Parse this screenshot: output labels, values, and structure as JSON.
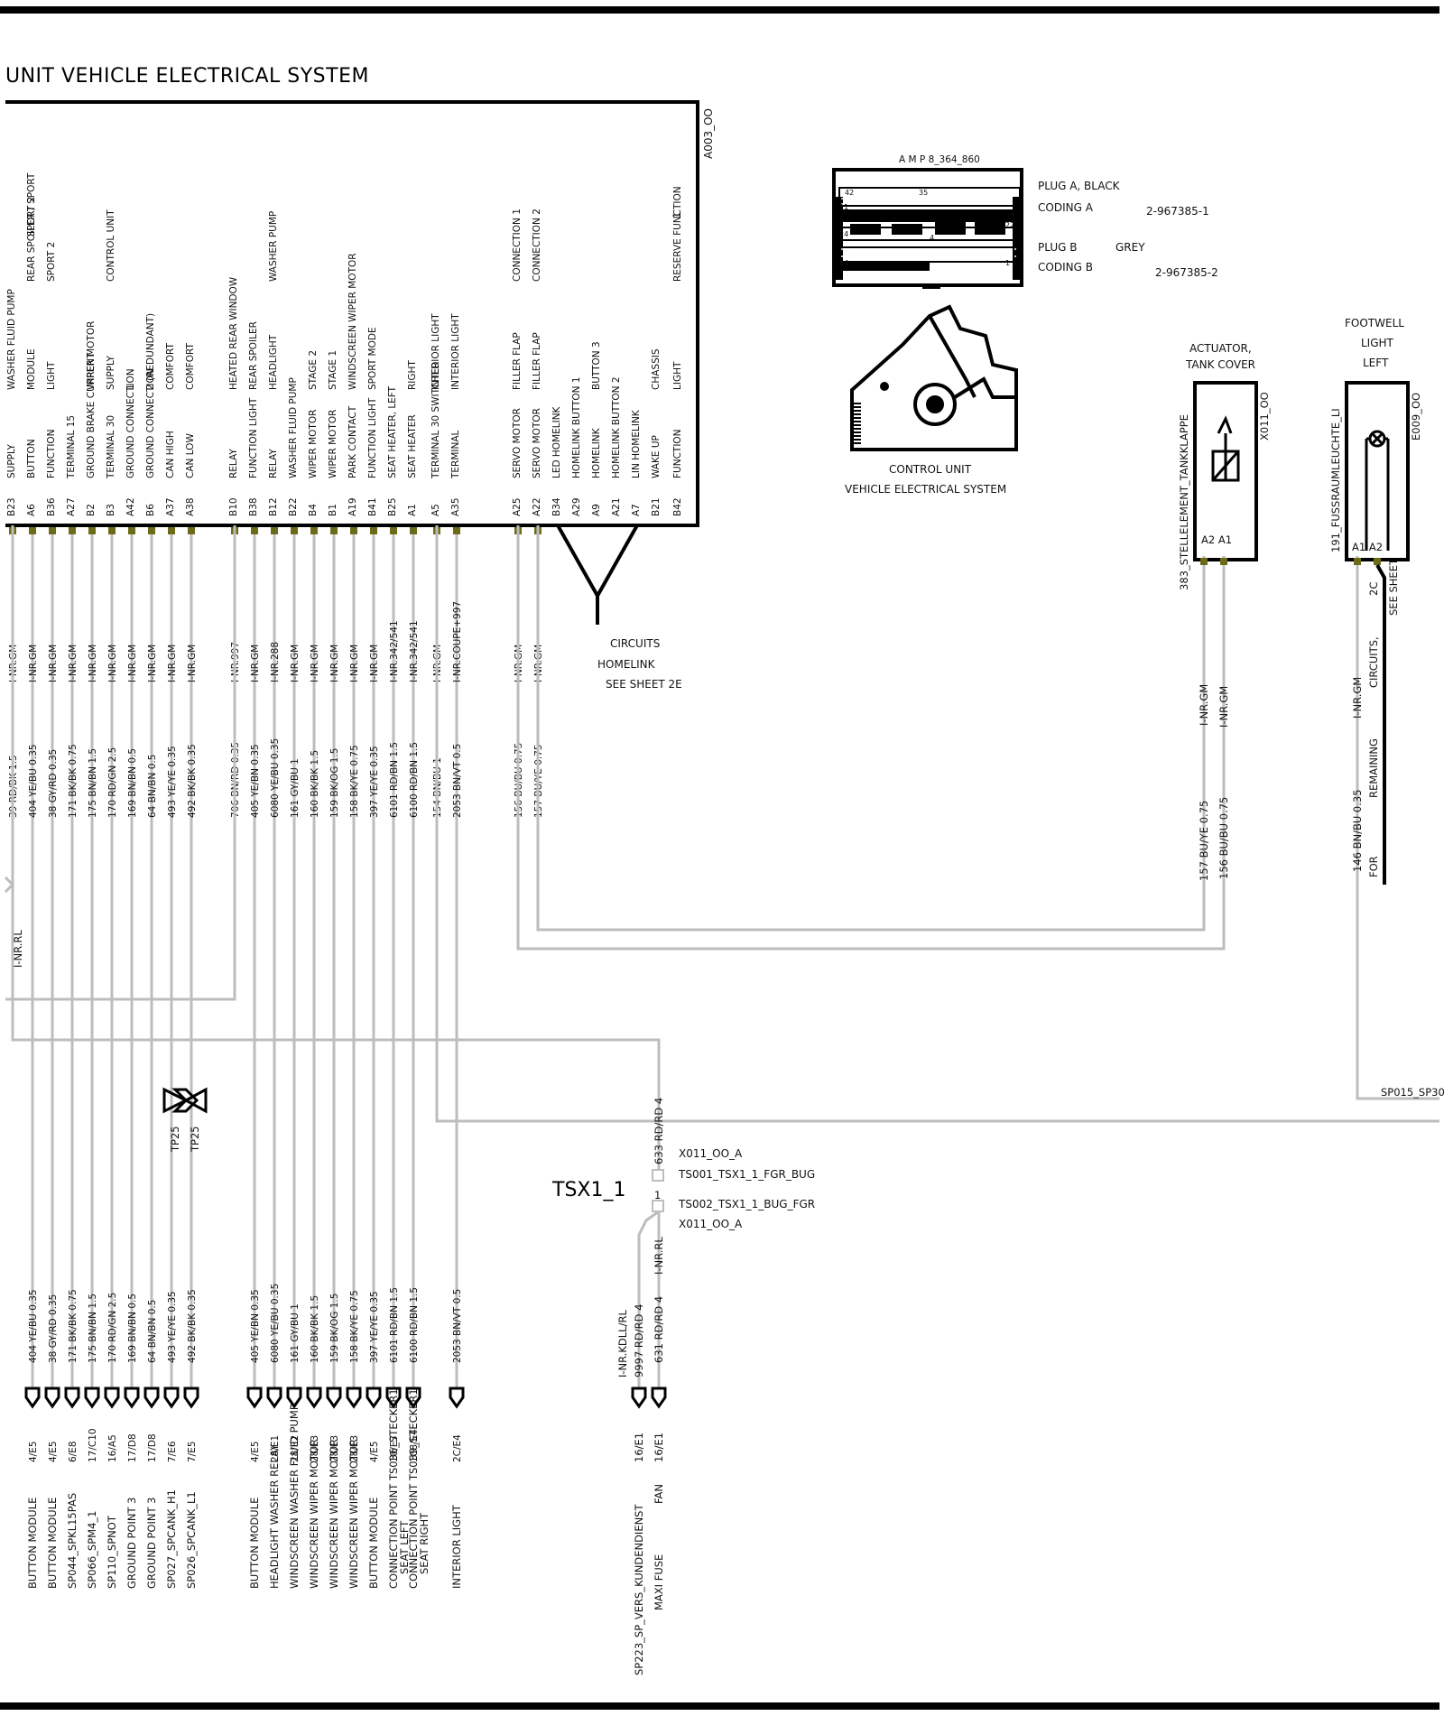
{
  "title": "UNIT   VEHICLE ELECTRICAL SYSTEM",
  "module_id": "A003_OO",
  "reserve_number": "1",
  "pins": [
    {
      "pin": "B23",
      "f1": "SUPPLY",
      "f2": "WASHER FLUID PUMP",
      "f3": "",
      "wire_color": "I-NR.GM",
      "wire": "39 RD/BK 1.5",
      "end_wire": "",
      "end_ref": "",
      "end_label": "",
      "end_label2": ""
    },
    {
      "pin": "A6",
      "f1": "BUTTON",
      "f2": "MODULE",
      "f3": "REAR SPOILER   /  SPORT",
      "f4": "SPORT 2",
      "wire_color": "I-NR.GM",
      "wire": "404 YE/BU 0.35",
      "end_wire": "404 YE/BU 0.35",
      "end_ref": "4/E5",
      "end_label": "BUTTON MODULE",
      "end_label2": ""
    },
    {
      "pin": "B36",
      "f1": "FUNCTION",
      "f2": "LIGHT",
      "f3": "SPORT 2",
      "wire_color": "I-NR.GM",
      "wire": "38 GY/RD 0.35",
      "end_wire": "38 GY/RD 0.35",
      "end_ref": "4/E5",
      "end_label": "BUTTON MODULE",
      "end_label2": ""
    },
    {
      "pin": "A27",
      "f1": "TERMINAL 15",
      "f2": "",
      "f3": "",
      "wire_color": "I-NR.GM",
      "wire": "171 BK/BK 0.75",
      "end_wire": "171 BK/BK 0.75",
      "end_ref": "6/E8",
      "end_label": "SP044_SPKL15PAS",
      "end_label2": ""
    },
    {
      "pin": "B2",
      "f1": "GROUND BRAKE CURRENT",
      "f2": "WIPER MOTOR",
      "f3": "",
      "wire_color": "I-NR.GM",
      "wire": "175 BN/BN 1.5",
      "end_wire": "175 BN/BN 1.5",
      "end_ref": "17/C10",
      "end_label": "SP066_SPM4_1",
      "end_label2": ""
    },
    {
      "pin": "B3",
      "f1": "TERMINAL 30",
      "f2": "SUPPLY",
      "f3": "CONTROL UNIT",
      "wire_color": "I-NR.GM",
      "wire": "170 RD/GN 2.5",
      "end_wire": "170 RD/GN 2.5",
      "end_ref": "16/A5",
      "end_label": "SP110_SPNOT",
      "end_label2": ""
    },
    {
      "pin": "A42",
      "f1": "GROUND CONNECTION",
      "f2": "1",
      "f3": "",
      "wire_color": "I-NR.GM",
      "wire": "169 BN/BN 0.5",
      "end_wire": "169 BN/BN 0.5",
      "end_ref": "17/D8",
      "end_label": "GROUND POINT 3",
      "end_label2": ""
    },
    {
      "pin": "B6",
      "f1": "GROUND CONNECTION",
      "f2": "2  (REDUNDANT)",
      "f3": "",
      "wire_color": "I-NR.GM",
      "wire": "64 BN/BN 0.5",
      "end_wire": "64 BN/BN 0.5",
      "end_ref": "17/D8",
      "end_label": "GROUND POINT 3",
      "end_label2": ""
    },
    {
      "pin": "A37",
      "f1": "CAN HIGH",
      "f2": "COMFORT",
      "f3": "",
      "wire_color": "I-NR.GM",
      "wire": "493 YE/YE 0.35",
      "end_wire": "493 YE/YE 0.35",
      "end_ref": "7/E6",
      "end_label": "SP027_SPCANK_H1",
      "end_label2": ""
    },
    {
      "pin": "A38",
      "f1": "CAN LOW",
      "f2": "COMFORT",
      "f3": "",
      "wire_color": "I-NR.GM",
      "wire": "492 BK/BK 0.35",
      "end_wire": "492 BK/BK 0.35",
      "end_ref": "7/E5",
      "end_label": "SP026_SPCANK_L1",
      "end_label2": ""
    },
    {
      "pin": "B10",
      "f1": "RELAY",
      "f2": "HEATED REAR WINDOW",
      "f3": "",
      "wire_color": "I-NR.997",
      "wire": "706 BN/RD 0.35",
      "end_wire": "",
      "end_ref": "",
      "end_label": "",
      "end_label2": ""
    },
    {
      "pin": "B38",
      "f1": "FUNCTION LIGHT",
      "f2": "REAR SPOILER",
      "f3": "",
      "wire_color": "I-NR.GM",
      "wire": "405 YE/BN 0.35",
      "end_wire": "405 YE/BN 0.35",
      "end_ref": "4/E5",
      "end_label": "BUTTON  MODULE",
      "end_label2": ""
    },
    {
      "pin": "B12",
      "f1": "RELAY",
      "f2": "HEADLIGHT",
      "f3": "WASHER PUMP",
      "wire_color": "I-NR.288",
      "wire": "6080 YE/BU 0.35",
      "end_wire": "6080 YE/BU 0.35",
      "end_ref": "28/E1",
      "end_label": "HEADLIGHT  WASHER  RELAY",
      "end_label2": ""
    },
    {
      "pin": "B22",
      "f1": "WASHER FLUID PUMP",
      "f2": "",
      "f3": "",
      "wire_color": "I-NR.GM",
      "wire": "161 GY/BU 1",
      "end_wire": "161 GY/BU 1",
      "end_ref": "28/E2",
      "end_label": "WINDSCREEN  WASHER FLUID PUMP",
      "end_label2": ""
    },
    {
      "pin": "B4",
      "f1": "WIPER MOTOR",
      "f2": "STAGE 2",
      "f3": "",
      "wire_color": "I-NR.GM",
      "wire": "160 BK/BK 1.5",
      "end_wire": "160 BK/BK 1.5",
      "end_ref": "28/E3",
      "end_label": "WINDSCREEN WIPER MOTOR",
      "end_label2": ""
    },
    {
      "pin": "B1",
      "f1": "WIPER MOTOR",
      "f2": "STAGE 1",
      "f3": "",
      "wire_color": "I-NR.GM",
      "wire": "159 BK/OG 1.5",
      "end_wire": "159 BK/OG 1.5",
      "end_ref": "28/E3",
      "end_label": "WINDSCREEN WIPER MOTOR",
      "end_label2": ""
    },
    {
      "pin": "A19",
      "f1": "PARK  CONTACT",
      "f2": "WINDSCREEN WIPER MOTOR",
      "f3": "",
      "wire_color": "I-NR.GM",
      "wire": "158 BK/YE 0.75",
      "end_wire": "158 BK/YE 0.75",
      "end_ref": "28/E3",
      "end_label": "WINDSCREEN WIPER MOTOR",
      "end_label2": ""
    },
    {
      "pin": "B41",
      "f1": "FUNCTION   LIGHT",
      "f2": "SPORT MODE",
      "f3": "",
      "wire_color": "I-NR.GM",
      "wire": "397 YE/YE 0.35",
      "end_wire": "397 YE/YE 0.35",
      "end_ref": "4/E5",
      "end_label": "BUTTON  MODULE",
      "end_label2": ""
    },
    {
      "pin": "B25",
      "f1": "SEAT  HEATER,  LEFT",
      "f2": "",
      "f3": "",
      "wire_color": "I-NR.342/541",
      "wire": "6101 RD/BN 1.5",
      "end_wire": "6101 RD/BN 1.5",
      "end_ref": "10/E7",
      "end_label": "CONNECTION POINT TS036_STECKER1",
      "end_label2": "SEAT     LEFT"
    },
    {
      "pin": "A1",
      "f1": "SEAT HEATER",
      "f2": "RIGHT",
      "f3": "",
      "wire_color": "I-NR.342/541",
      "wire": "6100 RD/BN 1.5",
      "end_wire": "6100 RD/BN 1.5",
      "end_ref": "108/E4",
      "end_label": "CONNECTION POINT TS039_STECKER1",
      "end_label2": "SEAT RIGHT"
    },
    {
      "pin": "A5",
      "f1": "TERMINAL 30 SWITCHED",
      "f2": "INTERIOR   LIGHT",
      "f3": "",
      "wire_color": "I-NR.GM",
      "wire": "154 BN/BU 1",
      "end_wire": "",
      "end_ref": "",
      "end_label": "",
      "end_label2": ""
    },
    {
      "pin": "A35",
      "f1": "TERMINAL",
      "f2": "INTERIOR   LIGHT",
      "f3": "",
      "wire_color": "I-NR.COUPE+997",
      "wire": "2053 BN/VT 0.5",
      "end_wire": "2053 BN/VT 0.5",
      "end_ref": "2C/E4",
      "end_label": "INTERIOR    LIGHT",
      "end_label2": ""
    },
    {
      "pin": "A25",
      "f1": "SERVO MOTOR",
      "f2": "FILLER FLAP",
      "f3": "CONNECTION   1",
      "wire_color": "I-NR.GM",
      "wire": "156 BU/BU 0.75",
      "end_wire": "",
      "end_ref": "",
      "end_label": "",
      "end_label2": ""
    },
    {
      "pin": "A22",
      "f1": "SERVO MOTOR",
      "f2": "FILLER FLAP",
      "f3": "CONNECTION   2",
      "wire_color": "I-NR.GM",
      "wire": "157 BU/YE 0.75",
      "end_wire": "",
      "end_ref": "",
      "end_label": "",
      "end_label2": ""
    },
    {
      "pin": "B34",
      "f1": "LED   HOMELINK",
      "f2": "",
      "f3": "",
      "wire_color": "",
      "wire": "",
      "end_wire": "",
      "end_ref": "",
      "end_label": "",
      "end_label2": ""
    },
    {
      "pin": "A29",
      "f1": "HOMELINK BUTTON 1",
      "f2": "",
      "f3": "",
      "wire_color": "",
      "wire": "",
      "end_wire": "",
      "end_ref": "",
      "end_label": "",
      "end_label2": ""
    },
    {
      "pin": "A9",
      "f1": "HOMELINK",
      "f2": "BUTTON   3",
      "f3": "",
      "wire_color": "",
      "wire": "",
      "end_wire": "",
      "end_ref": "",
      "end_label": "",
      "end_label2": ""
    },
    {
      "pin": "A21",
      "f1": "HOMELINK BUTTON 2",
      "f2": "",
      "f3": "",
      "wire_color": "",
      "wire": "",
      "end_wire": "",
      "end_ref": "",
      "end_label": "",
      "end_label2": ""
    },
    {
      "pin": "A7",
      "f1": "LIN   HOMELINK",
      "f2": "",
      "f3": "",
      "wire_color": "",
      "wire": "",
      "end_wire": "",
      "end_ref": "",
      "end_label": "",
      "end_label2": ""
    },
    {
      "pin": "B21",
      "f1": "WAKE UP",
      "f2": "CHASSIS",
      "f3": "",
      "wire_color": "",
      "wire": "",
      "end_wire": "",
      "end_ref": "",
      "end_label": "",
      "end_label2": ""
    },
    {
      "pin": "B42",
      "f1": "FUNCTION",
      "f2": "LIGHT",
      "f3": "RESERVE FUNCTION",
      "wire_color": "",
      "wire": "",
      "end_wire": "",
      "end_ref": "",
      "end_label": "",
      "end_label2": ""
    }
  ],
  "homelink": {
    "line1": "CIRCUITS",
    "line2": "HOMELINK",
    "line3": "SEE SHEET 2E"
  },
  "connector": {
    "part": "A M P 8_364_860",
    "plug_a": "PLUG A, BLACK",
    "coding_a": "CODING A",
    "part_a": "2-967385-1",
    "plug_b": "PLUG B",
    "plug_b_color": "GREY",
    "coding_b": "CODING B",
    "part_b": "2-967385-2",
    "pin_nums": [
      "42",
      "35",
      "22",
      "4",
      "24",
      "11",
      "1",
      "14",
      "1"
    ],
    "cap1": "CONTROL UNIT",
    "cap2": "VEHICLE ELECTRICAL SYSTEM"
  },
  "actuator": {
    "title1": "ACTUATOR,",
    "title2": "TANK COVER",
    "id": "X011_OO",
    "name": "383_STELLELEMENT_TANKKLAPPE",
    "pins": "A2  A1",
    "wire_color1": "I-NR.GM",
    "wire_color2": "I-NR.GM",
    "wire1": "157 BU/YE 0.75",
    "wire2": "156 BU/BU 0.75"
  },
  "footwell": {
    "title1": "FOOTWELL",
    "title2": "LIGHT",
    "title3": "LEFT",
    "id": "E009_OO",
    "name": "191_FUSSRAUMLEUCHTE_LI",
    "pins": "A1  A2",
    "wire_color": "I-NR.GM",
    "wire": "146 BN/BU 0.35",
    "side1": "FOR",
    "side2": "REMAINING",
    "side3": "CIRCUITS,",
    "side4": "SEE SHEET",
    "side5": "2C",
    "splice": "SP015_SP30"
  },
  "left_misc": {
    "wire_color": "I-NR.RL"
  },
  "tp": [
    "TP25",
    "TP25"
  ],
  "tsx": {
    "label": "TSX1_1",
    "x1": "X011_OO_A",
    "ts1": "TS001_TSX1_1_FGR_BUG",
    "ts2": "TS002_TSX1_1_BUG_FGR",
    "x2": "X011_OO_A",
    "pin": "1",
    "wire_top": "633 RD/RD 4",
    "wire_color": "I-NR.RL",
    "wire_a": "9997 RD/RD 4",
    "wire_a_color": "I-NR.KDLL/RL",
    "wire_b": "631 RD/RD 4",
    "ref_a": "16/E1",
    "ref_b": "16/E1",
    "label_a": "SP223_SP_VERS_KUNDENDIENST",
    "label_b": "MAXI FUSE",
    "label_b2": "FAN"
  }
}
